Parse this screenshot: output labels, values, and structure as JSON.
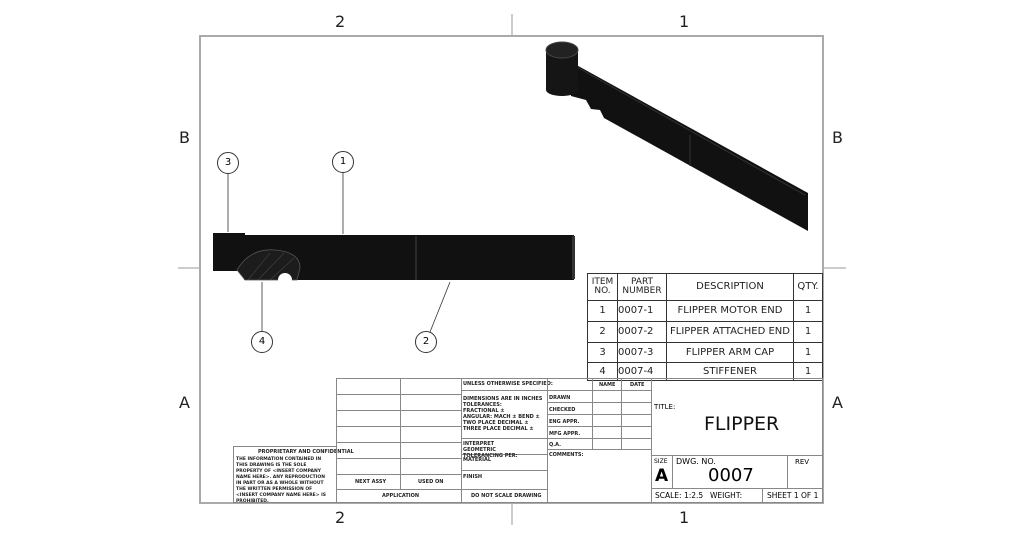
{
  "zones": {
    "top": [
      "2",
      "1"
    ],
    "bottom": [
      "2",
      "1"
    ],
    "left": [
      "B",
      "A"
    ],
    "right": [
      "B",
      "A"
    ]
  },
  "balloons": [
    "1",
    "2",
    "3",
    "4"
  ],
  "bom": {
    "headers": [
      "ITEM NO.",
      "PART NUMBER",
      "DESCRIPTION",
      "QTY."
    ],
    "rows": [
      [
        "1",
        "0007-1",
        "FLIPPER MOTOR END",
        "1"
      ],
      [
        "2",
        "0007-2",
        "FLIPPER ATTACHED END",
        "1"
      ],
      [
        "3",
        "0007-3",
        "FLIPPER ARM CAP",
        "1"
      ],
      [
        "4",
        "0007-4",
        "STIFFENER",
        "1"
      ]
    ]
  },
  "title_block": {
    "proprietary_title": "PROPRIETARY AND CONFIDENTIAL",
    "proprietary_text": "THE INFORMATION CONTAINED IN THIS DRAWING IS THE SOLE PROPERTY OF <INSERT COMPANY NAME HERE>. ANY REPRODUCTION IN PART OR AS A WHOLE WITHOUT THE WRITTEN PERMISSION OF <INSERT COMPANY NAME HERE> IS PROHIBITED.",
    "next_assy": "NEXT ASSY",
    "used_on": "USED ON",
    "application": "APPLICATION",
    "unless": "UNLESS OTHERWISE SPECIFIED:",
    "dims": [
      "DIMENSIONS ARE IN INCHES",
      "TOLERANCES:",
      "FRACTIONAL ±",
      "ANGULAR: MACH ±    BEND ±",
      "TWO PLACE DECIMAL    ±",
      "THREE PLACE DECIMAL  ±"
    ],
    "interpret": "INTERPRET GEOMETRIC TOLERANCING PER:",
    "material": "MATERIAL",
    "finish": "FINISH",
    "do_not_scale": "DO NOT SCALE DRAWING",
    "name": "NAME",
    "date": "DATE",
    "approvals": [
      "DRAWN",
      "CHECKED",
      "ENG APPR.",
      "MFG APPR.",
      "Q.A."
    ],
    "comments": "COMMENTS:",
    "title_label": "TITLE:",
    "title": "FLIPPER",
    "size_label": "SIZE",
    "size": "A",
    "dwg_no_label": "DWG.  NO.",
    "dwg_no": "0007",
    "rev_label": "REV",
    "scale": "SCALE: 1:2.5",
    "weight": "WEIGHT:",
    "sheet": "SHEET 1 OF 1"
  }
}
